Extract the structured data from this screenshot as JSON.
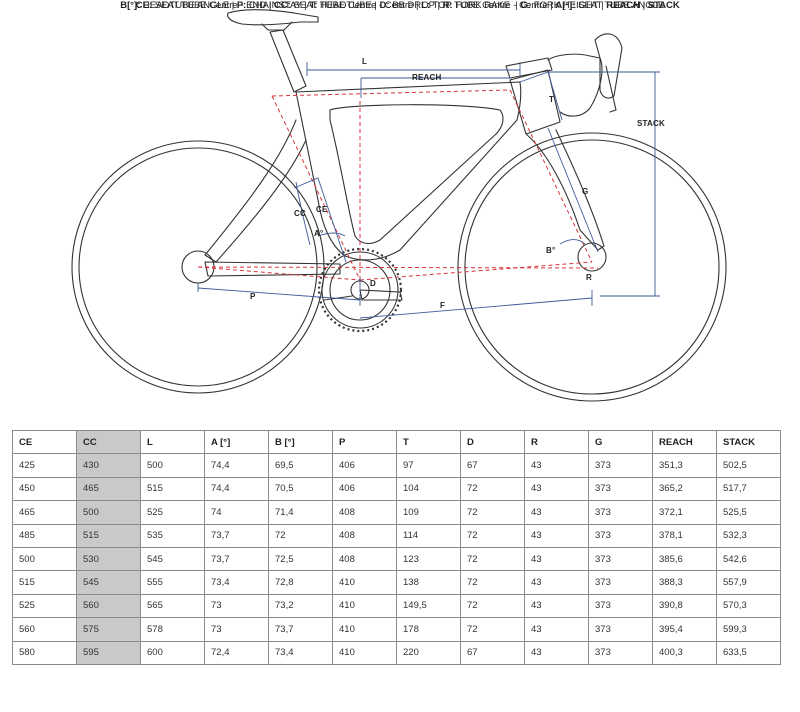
{
  "diagram": {
    "labels": {
      "L": "L",
      "REACH": "REACH",
      "STACK": "STACK",
      "T": "T",
      "G": "G",
      "CC": "CC",
      "CE": "CE",
      "A": "A°",
      "B": "B°",
      "D": "D",
      "R": "R",
      "P": "P",
      "F": "F"
    }
  },
  "table": {
    "headers": [
      "CE",
      "CC",
      "L",
      "A [°]",
      "B [°]",
      "P",
      "T",
      "D",
      "R",
      "G",
      "REACH",
      "STACK"
    ],
    "highlight_column": 1,
    "rows": [
      [
        "425",
        "430",
        "500",
        "74,4",
        "69,5",
        "406",
        "97",
        "67",
        "43",
        "373",
        "351,3",
        "502,5"
      ],
      [
        "450",
        "465",
        "515",
        "74,4",
        "70,5",
        "406",
        "104",
        "72",
        "43",
        "373",
        "365,2",
        "517,7"
      ],
      [
        "465",
        "500",
        "525",
        "74",
        "71,4",
        "408",
        "109",
        "72",
        "43",
        "373",
        "372,1",
        "525,5"
      ],
      [
        "485",
        "515",
        "535",
        "73,7",
        "72",
        "408",
        "114",
        "72",
        "43",
        "373",
        "378,1",
        "532,3"
      ],
      [
        "500",
        "530",
        "545",
        "73,7",
        "72,5",
        "408",
        "123",
        "72",
        "43",
        "373",
        "385,6",
        "542,6"
      ],
      [
        "515",
        "545",
        "555",
        "73,4",
        "72,8",
        "410",
        "138",
        "72",
        "43",
        "373",
        "388,3",
        "557,9"
      ],
      [
        "525",
        "560",
        "565",
        "73",
        "73,2",
        "410",
        "149,5",
        "72",
        "43",
        "373",
        "390,8",
        "570,3"
      ],
      [
        "560",
        "575",
        "578",
        "73",
        "73,7",
        "410",
        "178",
        "72",
        "43",
        "373",
        "395,4",
        "599,3"
      ],
      [
        "580",
        "595",
        "600",
        "72,4",
        "73,4",
        "410",
        "220",
        "67",
        "43",
        "373",
        "400,3",
        "633,5"
      ]
    ]
  },
  "legend": {
    "row1": [
      {
        "abbr": "CE:",
        "text": " SEAT TUBE Centre - END | "
      },
      {
        "abbr": "CC:",
        "text": " SEAT TUBE Centre - Centre | "
      },
      {
        "abbr": "L:",
        "text": " TOP TUBE Centre - Centre | "
      },
      {
        "abbr": "A[°]:",
        "text": " SEAT TUBE ANGLE"
      }
    ],
    "row2": [
      {
        "abbr": "B[°]:",
        "text": " HEADTUBE ANGLE | "
      },
      {
        "abbr": "P:",
        "text": " CHAINSTAY | "
      },
      {
        "abbr": "T:",
        "text": " HEADTUBE | "
      },
      {
        "abbr": "D:",
        "text": " BB DROP | "
      },
      {
        "abbr": "R:",
        "text": " FORK RAKE  | "
      },
      {
        "abbr": "G:",
        "text": " FORK HEIGHT | "
      },
      {
        "abbr": "REACH",
        "text": " | "
      },
      {
        "abbr": "STACK",
        "text": ""
      }
    ]
  },
  "colors": {
    "frame_line": "#333333",
    "dimension_blue": "#3d5a99",
    "geometry_red": "#d9343c",
    "highlight_column": "#c9c9cb"
  }
}
